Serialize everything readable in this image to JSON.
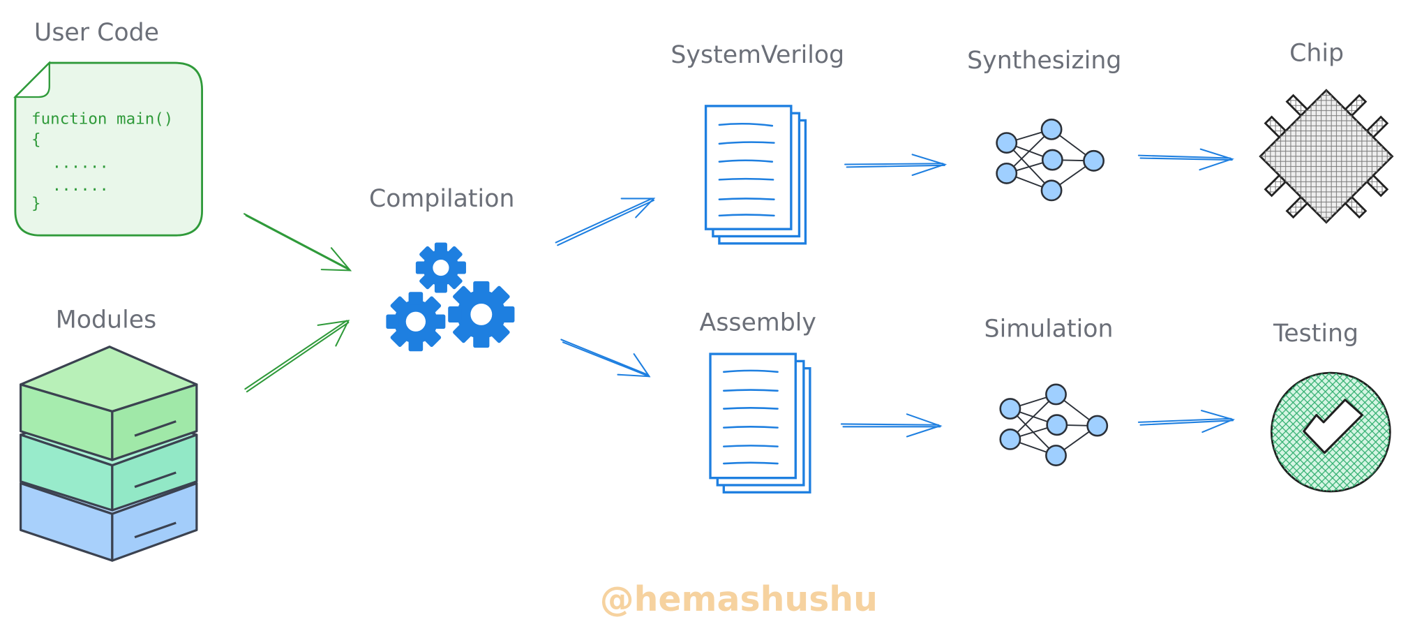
{
  "labels": {
    "user_code": "User Code",
    "modules": "Modules",
    "compilation": "Compilation",
    "systemverilog": "SystemVerilog",
    "assembly": "Assembly",
    "synthesizing": "Synthesizing",
    "simulation": "Simulation",
    "chip": "Chip",
    "testing": "Testing"
  },
  "code_snippet": {
    "line1": "function main()",
    "line2": "{",
    "line3": "......",
    "line4": "......",
    "line5": "}"
  },
  "watermark": "@hemashushu",
  "colors": {
    "green": "#2f9a3a",
    "blue": "#1e7fe0",
    "label_gray": "#6b6f78",
    "watermark": "#f6d29f"
  }
}
